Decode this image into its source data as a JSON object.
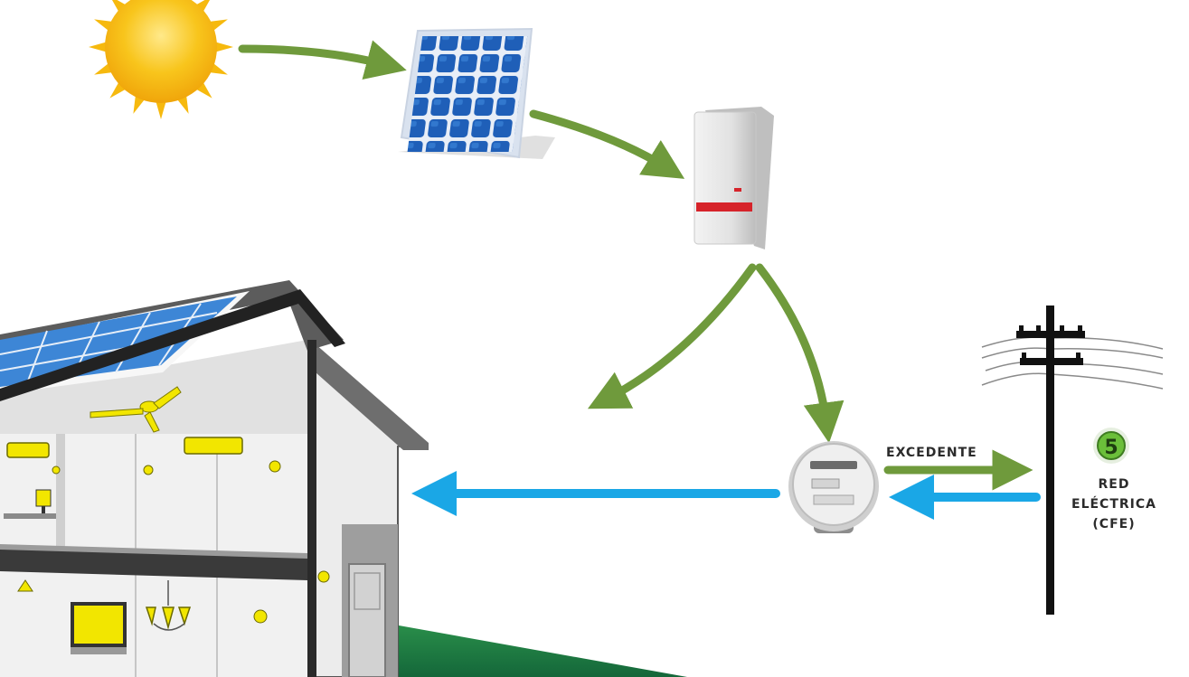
{
  "labels": {
    "excedente": "EXCEDENTE",
    "grid_number": "5",
    "grid_line1": "RED",
    "grid_line2": "ELÉCTRICA",
    "grid_line3": "(CFE)"
  },
  "colors": {
    "arrow_green": "#6f9a3c",
    "arrow_blue": "#1aa7e6",
    "sun_yellow": "#f6c21a",
    "panel_blue": "#1f5fb8",
    "lawn_green": "#1c7a3c",
    "appliance_yellow": "#f2e600",
    "badge_green": "#6bbf3a"
  },
  "icons": {
    "sun": "sun-icon",
    "panel": "solar-panel-icon",
    "inverter": "inverter-icon",
    "meter": "electric-meter-icon",
    "pole": "power-pole-icon",
    "house": "house-icon"
  }
}
